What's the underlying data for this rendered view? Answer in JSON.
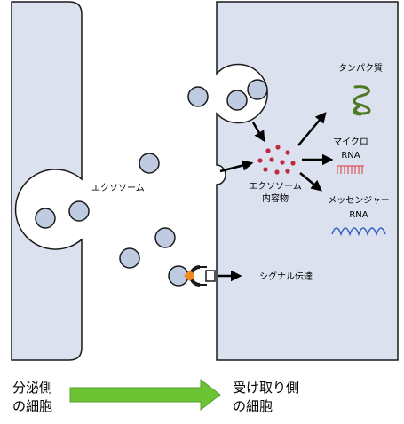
{
  "labels": {
    "exosome": "エクソソーム",
    "contents_line1": "エクソソーム",
    "contents_line2": "内容物",
    "protein": "タンパク質",
    "micro_line1": "マイクロ",
    "micro_line2": "RNA",
    "messenger_line1": "メッセンジャー",
    "messenger_line2": "RNA",
    "signal": "シグナル伝達"
  },
  "footer": {
    "source_line1": "分泌側",
    "source_line2": "の細胞",
    "target_line1": "受け取り側",
    "target_line2": "の細胞"
  },
  "colors": {
    "cell_fill": "#dbe1ee",
    "vesicle_fill": "#bfcbe0",
    "contents_dots": "#c0283c",
    "protein": "#4f7a24",
    "micro_rna": "#d93a3a",
    "messenger_rna": "#2f5fbf",
    "ligand": "#f08a24",
    "arrow_green": "#6cc334"
  }
}
